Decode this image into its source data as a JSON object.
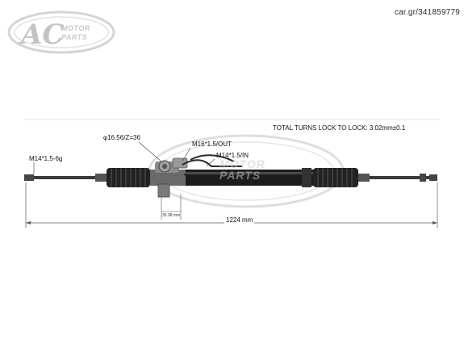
{
  "header": {
    "stock_id": "car.gr/341859779"
  },
  "logo": {
    "monogram": "AC",
    "line1": "MOTOR",
    "line2": "PARTS"
  },
  "diagram": {
    "turns_spec": "TOTAL TURNS LOCK TO LOCK:  3.02mm±0.1",
    "pinion_spec": "φ16.56/Z=36",
    "out_port": "M16*1.5/OUT",
    "in_port": "M14*1.5/IN",
    "tie_rod_thread": "M14*1.5-6g",
    "valve_offset": "35.98 mm",
    "overall_length": "1224 mm"
  },
  "colors": {
    "rack_body": "#1c1c1c",
    "dimension_line": "#555555",
    "watermark": "#d0d0d0"
  }
}
